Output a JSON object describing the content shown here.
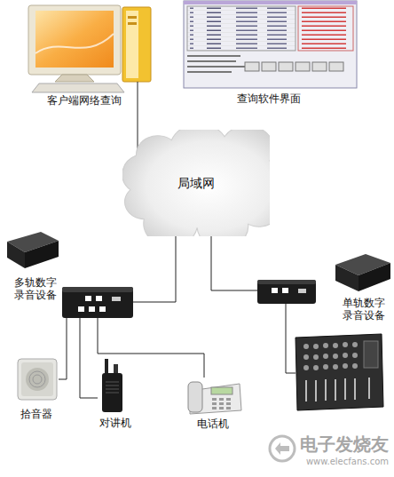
{
  "diagram": {
    "nodes": [
      {
        "text": [
          "客户端网络查询"
        ]
      },
      {
        "text": [
          "查询软件界面"
        ]
      },
      {
        "text": [
          "局域网"
        ]
      },
      {
        "text": [
          "多轨数字 录音设备"
        ]
      },
      {
        "text": [
          "单轨数字 录音设备"
        ]
      },
      {
        "text": [
          "拾音器"
        ]
      },
      {
        "text": [
          "对讲机"
        ]
      },
      {
        "text": [
          "电话机"
        ]
      }
    ],
    "edges": [
      {
        "from": 0,
        "to": 2,
        "arrow": "none"
      },
      {
        "from": 2,
        "to": 3,
        "arrow": "none"
      },
      {
        "from": 2,
        "to": 4,
        "arrow": "none"
      },
      {
        "from": 3,
        "to": 5,
        "arrow": "none"
      },
      {
        "from": 3,
        "to": 6,
        "arrow": "none"
      },
      {
        "from": 3,
        "to": 7,
        "arrow": "none"
      }
    ],
    "labels": [
      "电子发烧友",
      "www.elecfans.com"
    ]
  }
}
